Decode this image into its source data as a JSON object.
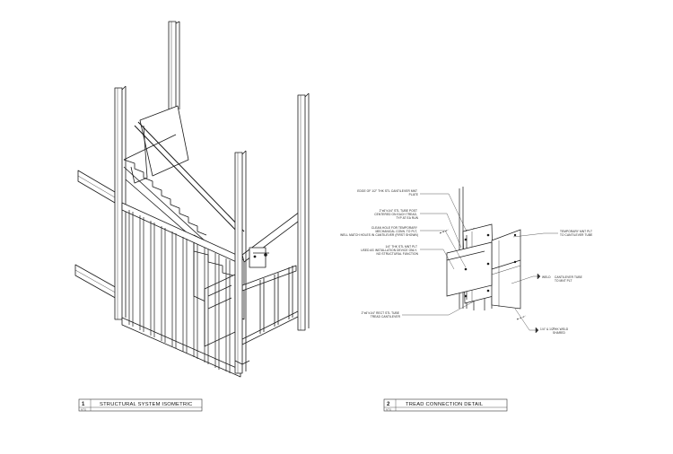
{
  "drawings": [
    {
      "number": "1",
      "title": "STRUCTURAL SYSTEM ISOMETRIC",
      "scale": "NTS"
    },
    {
      "number": "2",
      "title": "TREAD CONNECTION DETAIL",
      "scale": "NTS"
    }
  ],
  "callouts": {
    "left": [
      [
        "EDGE OF 1/2\" THK STL CANTILEVER MNT",
        "PLATE"
      ],
      [
        "2\"x6\"x1/4\" STL TUBE POST",
        "CENTERED ON EACH TREAD,",
        "TYP AT EA RUN"
      ],
      [
        "CLEAN HOLE FOR TEMPORARY",
        "MECHANICAL CONN. TO PLT,",
        "WELL MATCH HOLES IN CANTILEVER (FIRST SHOWN)"
      ],
      [
        "1/4\" THK STL MNT PLT",
        "USED AS INSTALLATION DEVICE ONLY.",
        "NO STRUCTURAL FUNCTION"
      ],
      [
        "2\"x6\"x1/4\" RECT STL TUBE",
        "TREAD CANTILEVER"
      ]
    ],
    "right": [
      [
        "TEMPORARY MNT PLT",
        "TO CANTILEVER TUBE"
      ],
      [
        "WELD",
        "CANTILEVER TUBE",
        "TO MNT PLT"
      ],
      [
        "1/4\" & 1/2\"",
        "THK  WELD",
        "SHARED"
      ]
    ]
  }
}
